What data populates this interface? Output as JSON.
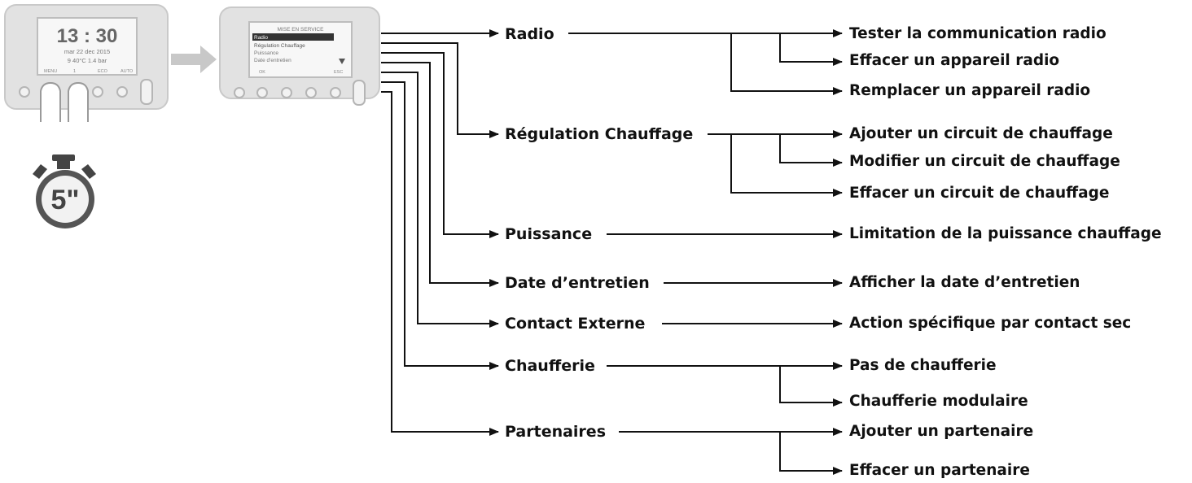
{
  "device_home": {
    "time": "13 : 30",
    "date": "mar 22 dec 2015",
    "status": "9 40°C  1.4 bar",
    "soft_keys": [
      "MENU",
      "1",
      "ECO",
      "AUTO"
    ]
  },
  "device_menu": {
    "title": "MISE EN SERVICE",
    "items": [
      "Radio",
      "Régulation Chauffage",
      "Puissance",
      "Date d'entretien"
    ],
    "soft_keys": [
      "OK",
      "ESC"
    ]
  },
  "timer": {
    "label": "5\""
  },
  "colors": {
    "line": "#111111",
    "device_frame": "#d8d8d8",
    "arrow_block": "#c8c8c8"
  },
  "menu": [
    {
      "label": "Radio",
      "children": [
        "Tester la communication radio",
        "Effacer un appareil radio",
        "Remplacer un appareil radio"
      ]
    },
    {
      "label": "Régulation Chauffage",
      "children": [
        "Ajouter un circuit de chauffage",
        "Modifier un circuit de chauffage",
        "Effacer un circuit de chauffage"
      ]
    },
    {
      "label": "Puissance",
      "children": [
        "Limitation de la puissance chauffage"
      ]
    },
    {
      "label": "Date d’entretien",
      "children": [
        "Afficher la date d’entretien"
      ]
    },
    {
      "label": "Contact Externe",
      "children": [
        "Action spécifique par contact sec"
      ]
    },
    {
      "label": "Chaufferie",
      "children": [
        "Pas de chaufferie",
        "Chaufferie modulaire"
      ]
    },
    {
      "label": "Partenaires",
      "children": [
        "Ajouter un partenaire",
        "Effacer un partenaire"
      ]
    }
  ]
}
